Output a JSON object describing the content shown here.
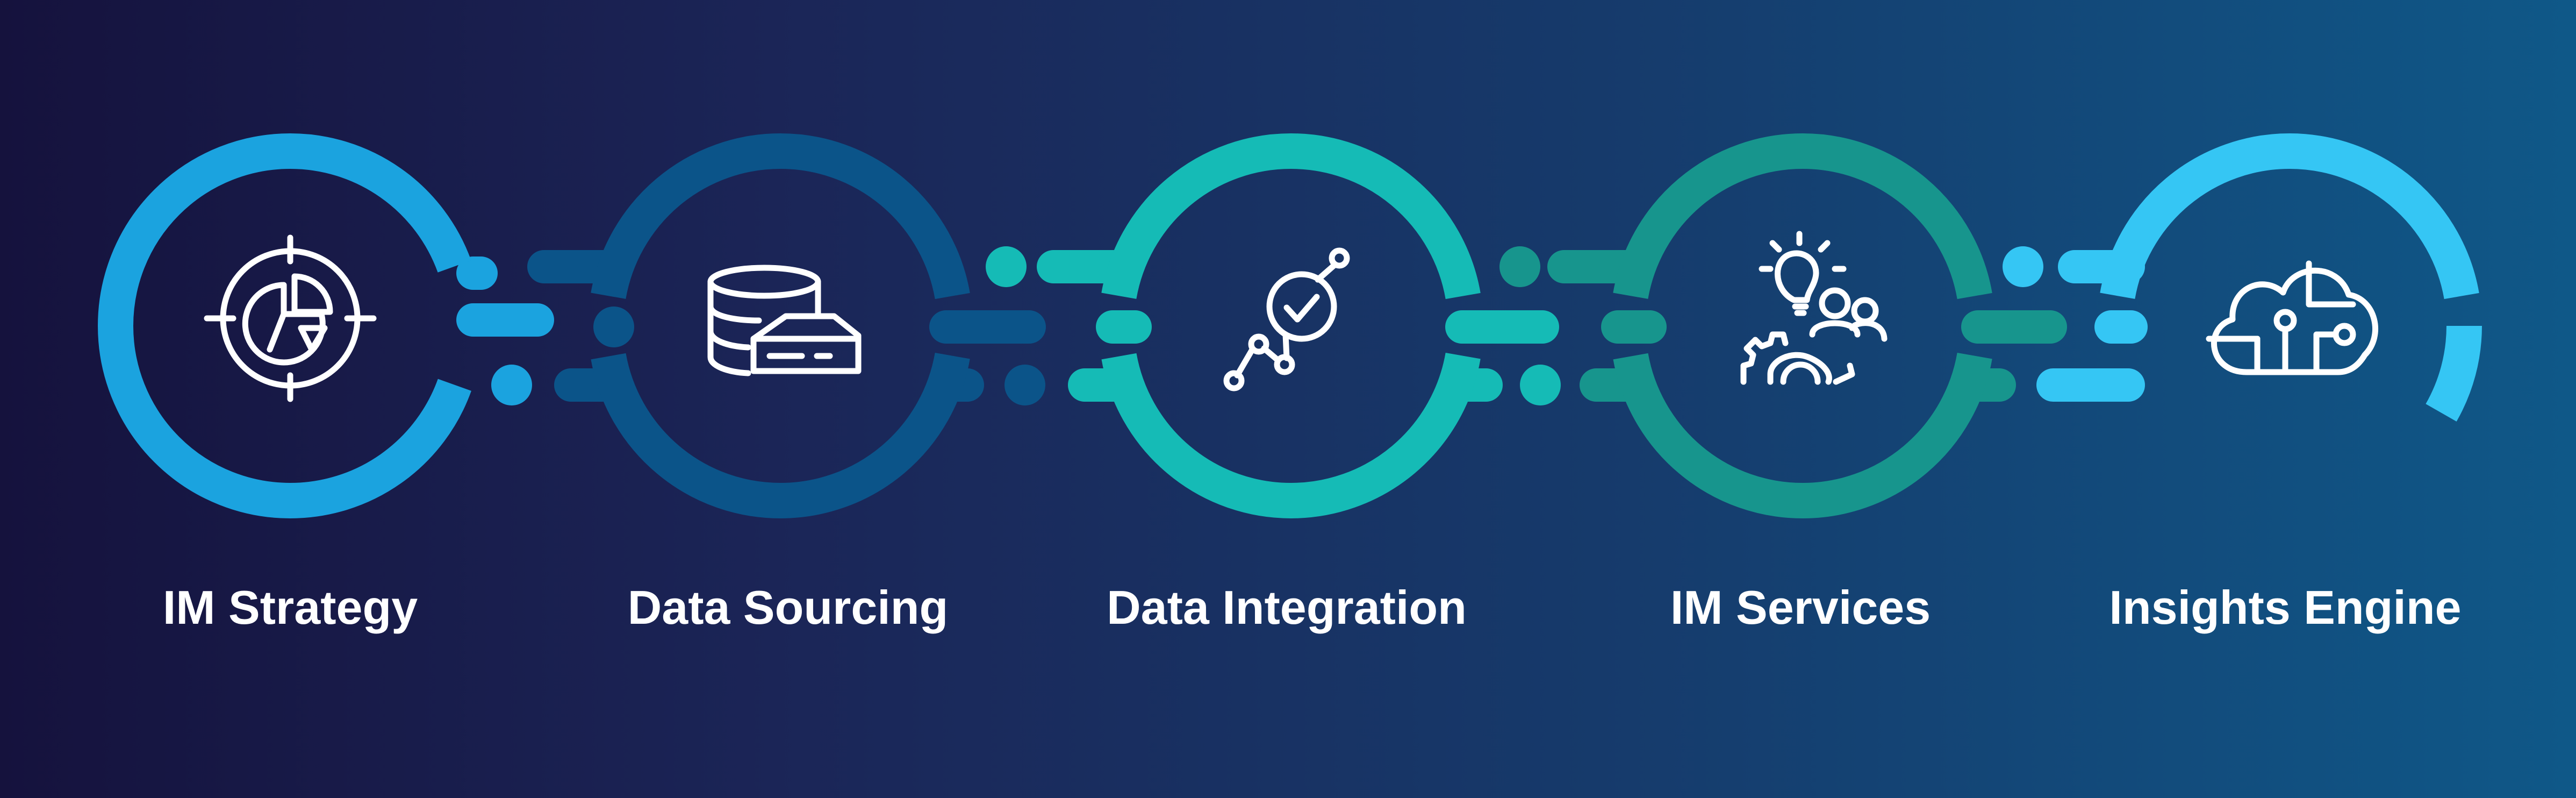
{
  "steps": [
    {
      "label": "IM Strategy",
      "icon": "target-pie-chart-icon",
      "color": "#1ba3df"
    },
    {
      "label": "Data Sourcing",
      "icon": "database-server-icon",
      "color": "#0b5489"
    },
    {
      "label": "Data Integration",
      "icon": "data-points-check-icon",
      "color": "#15bbb6"
    },
    {
      "label": "IM Services",
      "icon": "lightbulb-people-gears-icon",
      "color": "#17958d"
    },
    {
      "label": "Insights Engine",
      "icon": "cloud-circuit-icon",
      "color": "#35c6f4"
    }
  ]
}
